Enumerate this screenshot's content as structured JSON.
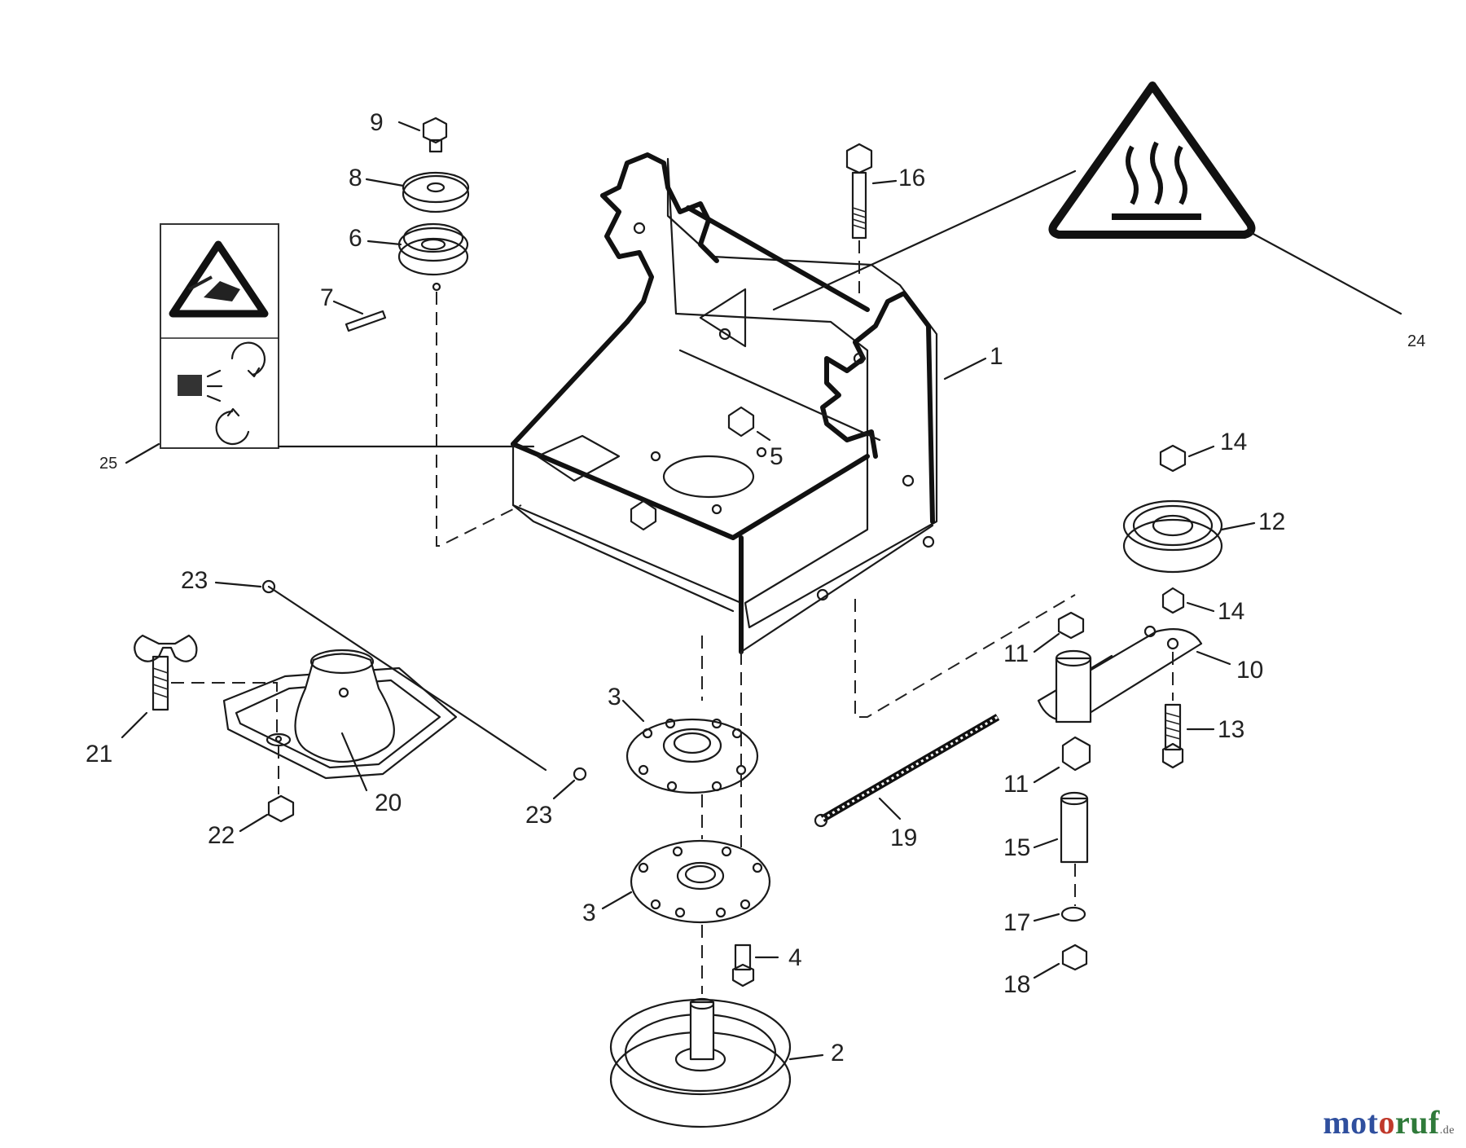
{
  "labels": {
    "p1": "1",
    "p2": "2",
    "p3a": "3",
    "p3b": "3",
    "p4": "4",
    "p5": "5",
    "p6": "6",
    "p7": "7",
    "p8": "8",
    "p9": "9",
    "p10": "10",
    "p11a": "11",
    "p11b": "11",
    "p12": "12",
    "p13": "13",
    "p14a": "14",
    "p14b": "14",
    "p15": "15",
    "p16": "16",
    "p17": "17",
    "p18": "18",
    "p19": "19",
    "p20": "20",
    "p21": "21",
    "p22": "22",
    "p23a": "23",
    "p23b": "23",
    "p24": "24",
    "p25": "25"
  },
  "watermark": {
    "a": "mot",
    "b": "o",
    "c": "ruf",
    "sup": ".de"
  },
  "colors": {
    "line": "#1a1a1a",
    "brand_blue": "#2f4f9e",
    "brand_red": "#c0392b",
    "brand_green": "#2f7a3a"
  }
}
